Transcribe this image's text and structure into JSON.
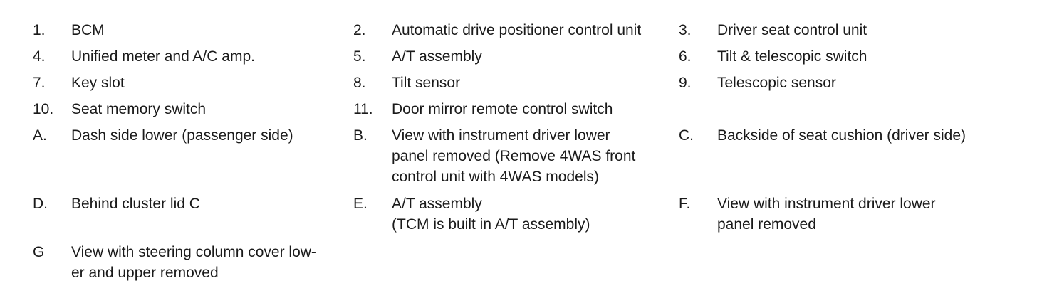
{
  "rows": [
    {
      "items": [
        {
          "key": "1.",
          "text": "BCM"
        },
        {
          "key": "2.",
          "text": "Automatic drive positioner control unit"
        },
        {
          "key": "3.",
          "text": "Driver seat control unit"
        }
      ]
    },
    {
      "items": [
        {
          "key": "4.",
          "text": "Unified meter and A/C amp."
        },
        {
          "key": "5.",
          "text": "A/T assembly"
        },
        {
          "key": "6.",
          "text": "Tilt & telescopic switch"
        }
      ]
    },
    {
      "items": [
        {
          "key": "7.",
          "text": "Key slot"
        },
        {
          "key": "8.",
          "text": "Tilt sensor"
        },
        {
          "key": "9.",
          "text": "Telescopic sensor"
        }
      ]
    },
    {
      "items": [
        {
          "key": "10.",
          "text": "Seat memory switch"
        },
        {
          "key": "11.",
          "text": "Door mirror remote control switch"
        }
      ]
    },
    {
      "items": [
        {
          "key": "A.",
          "text": "Dash side lower (passenger side)"
        },
        {
          "key": "B.",
          "lines": [
            "View with instrument driver lower",
            "panel removed (Remove 4WAS front",
            "control unit with 4WAS models)"
          ]
        },
        {
          "key": "C.",
          "text": "Backside of seat cushion (driver side)"
        }
      ]
    },
    {
      "items": [
        {
          "key": "D.",
          "text": "Behind cluster lid C"
        },
        {
          "key": "E.",
          "lines": [
            "A/T assembly",
            "(TCM is built in A/T assembly)"
          ]
        },
        {
          "key": "F.",
          "lines": [
            "View with instrument driver lower",
            "panel removed"
          ]
        }
      ]
    },
    {
      "items": [
        {
          "key": "G",
          "lines": [
            "View with steering column cover low-",
            "er and upper removed"
          ]
        }
      ]
    }
  ]
}
